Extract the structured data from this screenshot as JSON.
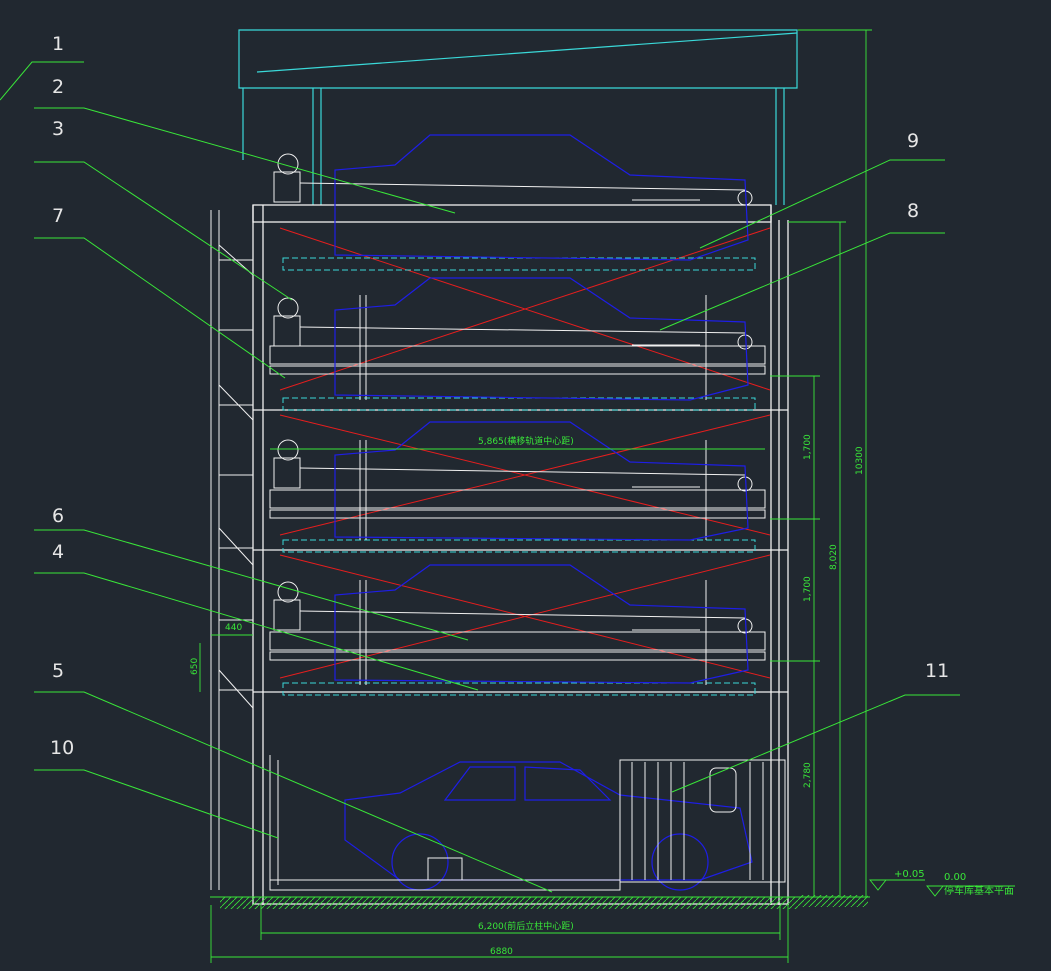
{
  "callouts": [
    "1",
    "2",
    "3",
    "4",
    "5",
    "6",
    "7",
    "8",
    "9",
    "10",
    "11"
  ],
  "dimensions": {
    "total_height": "10300",
    "lift_height": "8,020",
    "level_pitch_1": "1,700",
    "level_pitch_2": "1,700",
    "ground_clear": "2,780",
    "rail_span": "5,865(横移轨道中心距)",
    "column_span": "6,200(前后立柱中心距)",
    "total_width": "6880",
    "stair_width": "440",
    "stair_step": "650"
  },
  "elevations": {
    "slab": "+0.05",
    "datum": "0.00",
    "datum_label": "停车库基本平面"
  },
  "colors": {
    "background": "#212830",
    "steel": "#f0f0f0",
    "car_outline": "#1e1ee6",
    "cross_brace": "#e61e1e",
    "leader": "#39e639",
    "canopy": "#3ad9d9"
  }
}
